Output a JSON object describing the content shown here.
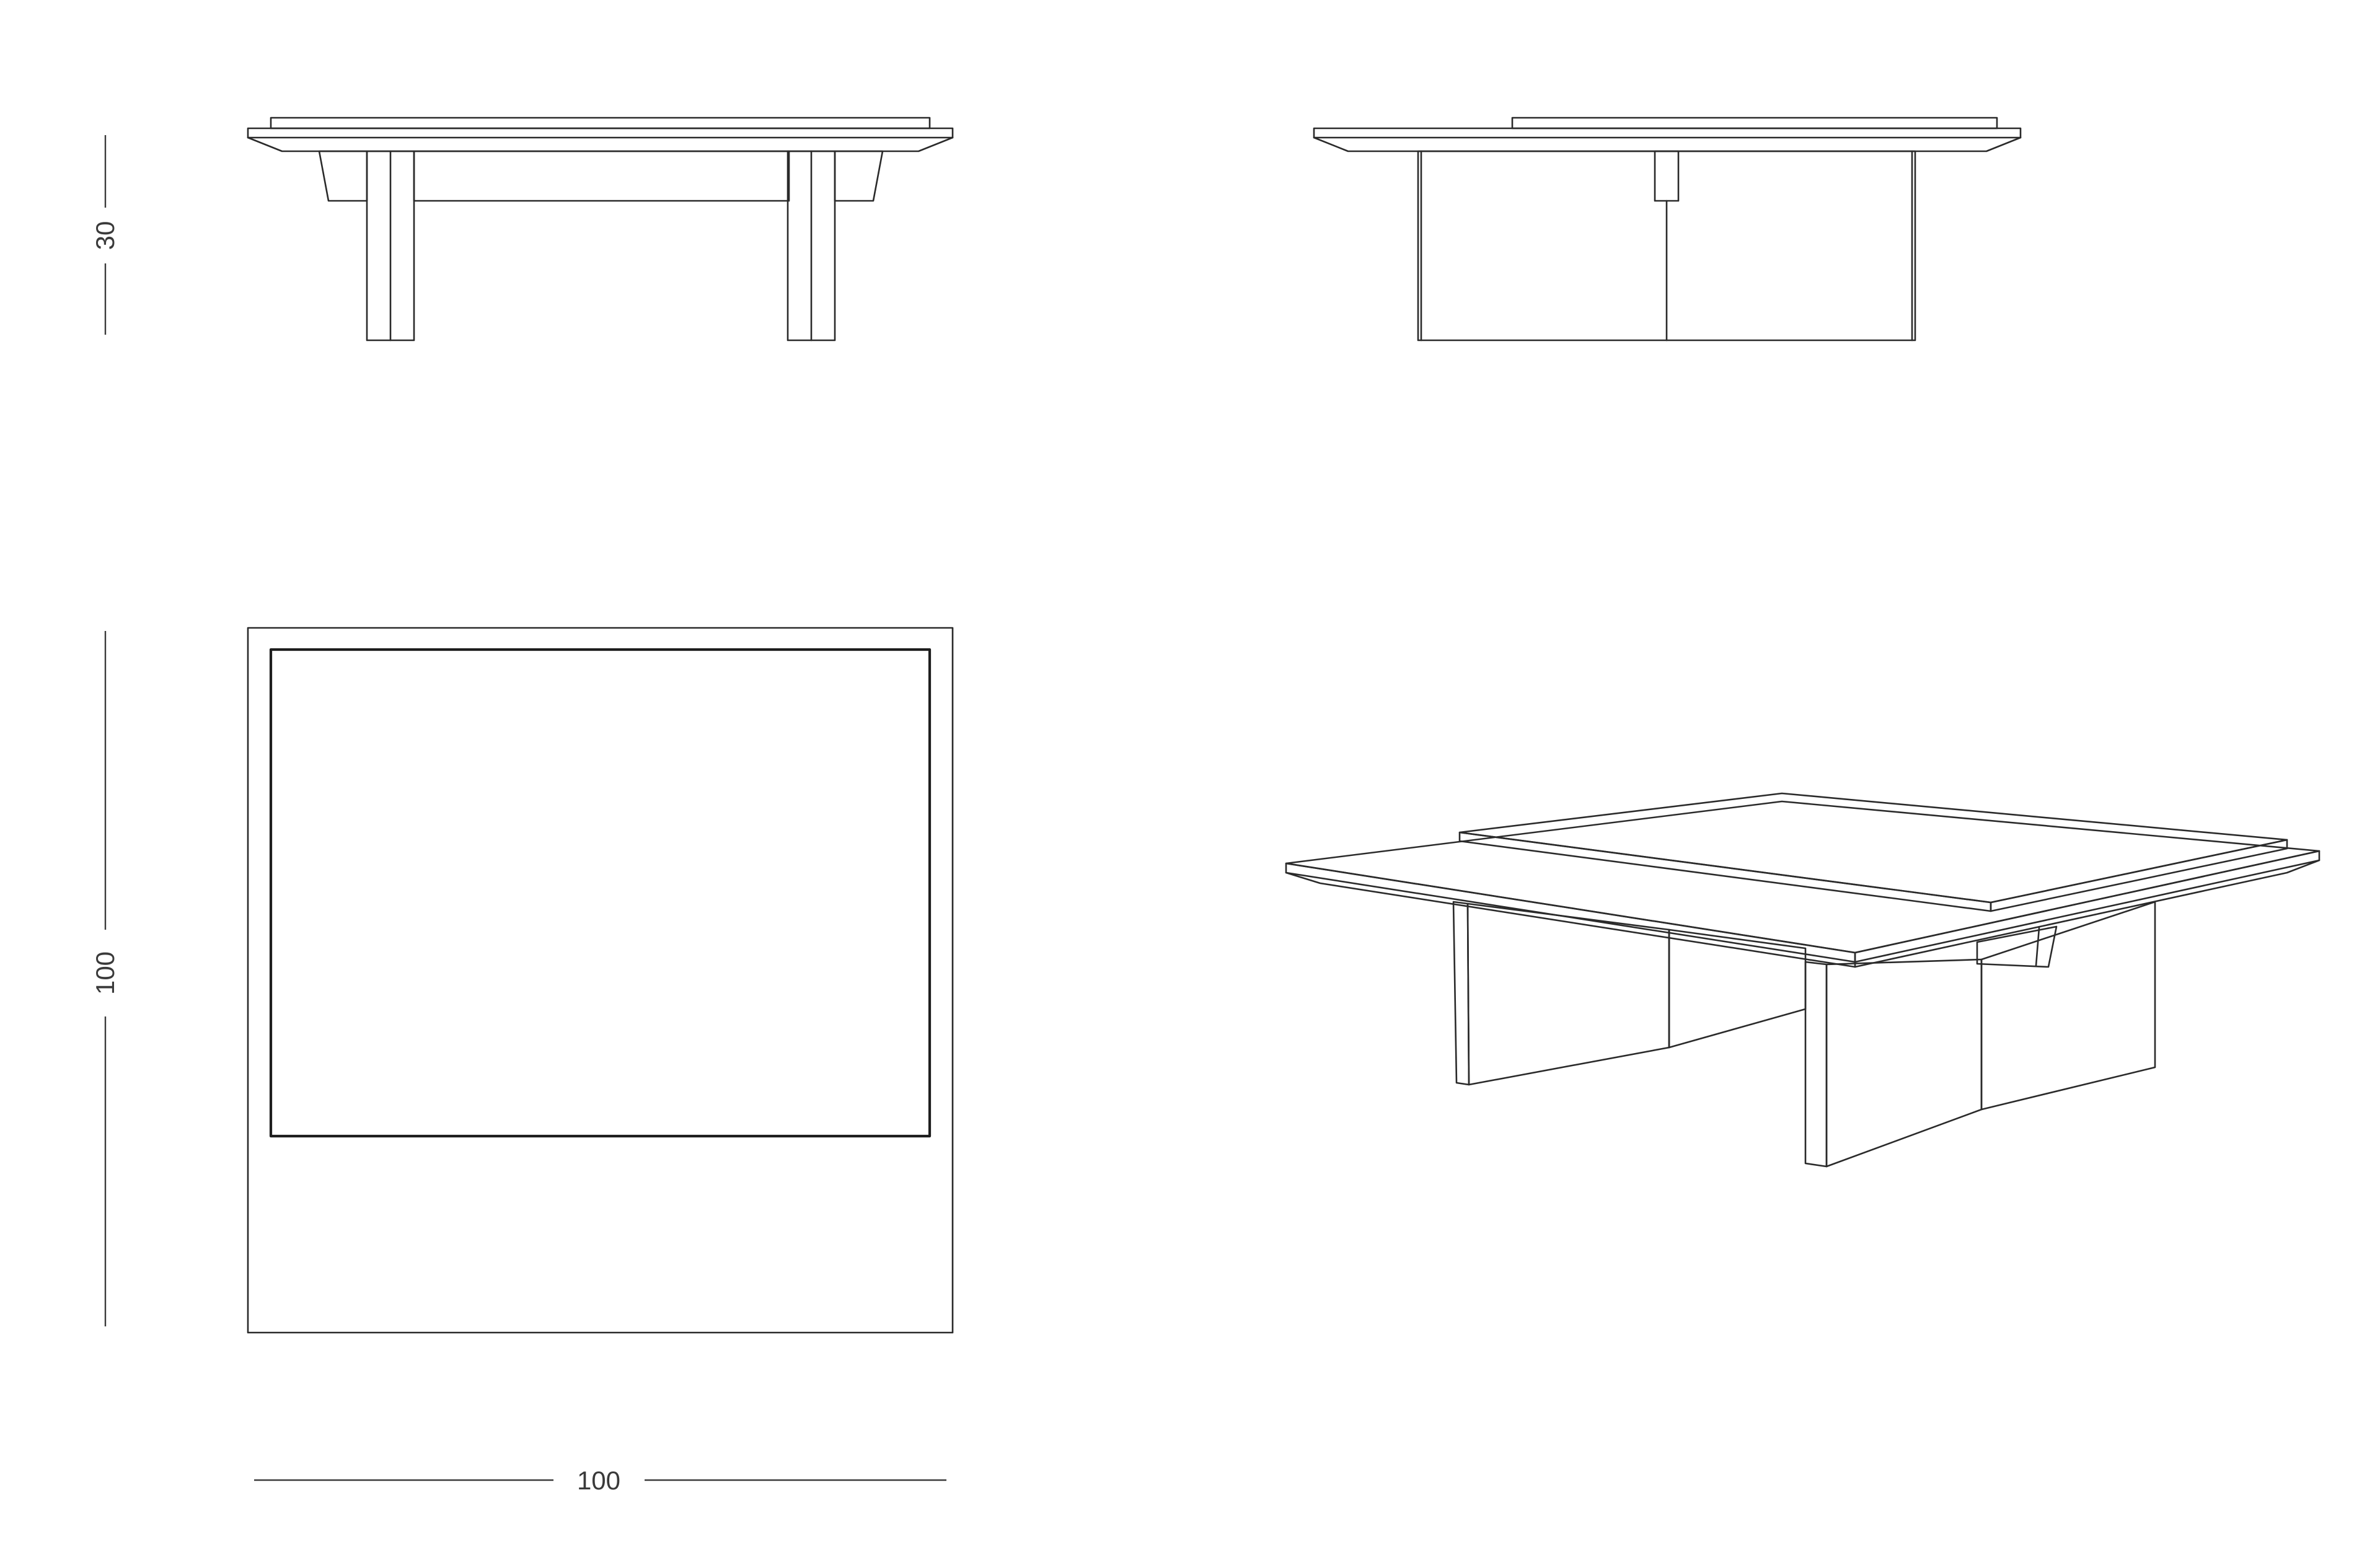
{
  "dimensions": {
    "height_label": "30",
    "depth_label": "100",
    "width_label": "100"
  },
  "views": [
    {
      "id": "front-elevation"
    },
    {
      "id": "side-elevation"
    },
    {
      "id": "plan-view"
    },
    {
      "id": "perspective-view"
    }
  ],
  "colors": {
    "line": "#2a2a2a",
    "dimension": "#3a3a3a",
    "background": "#ffffff"
  }
}
